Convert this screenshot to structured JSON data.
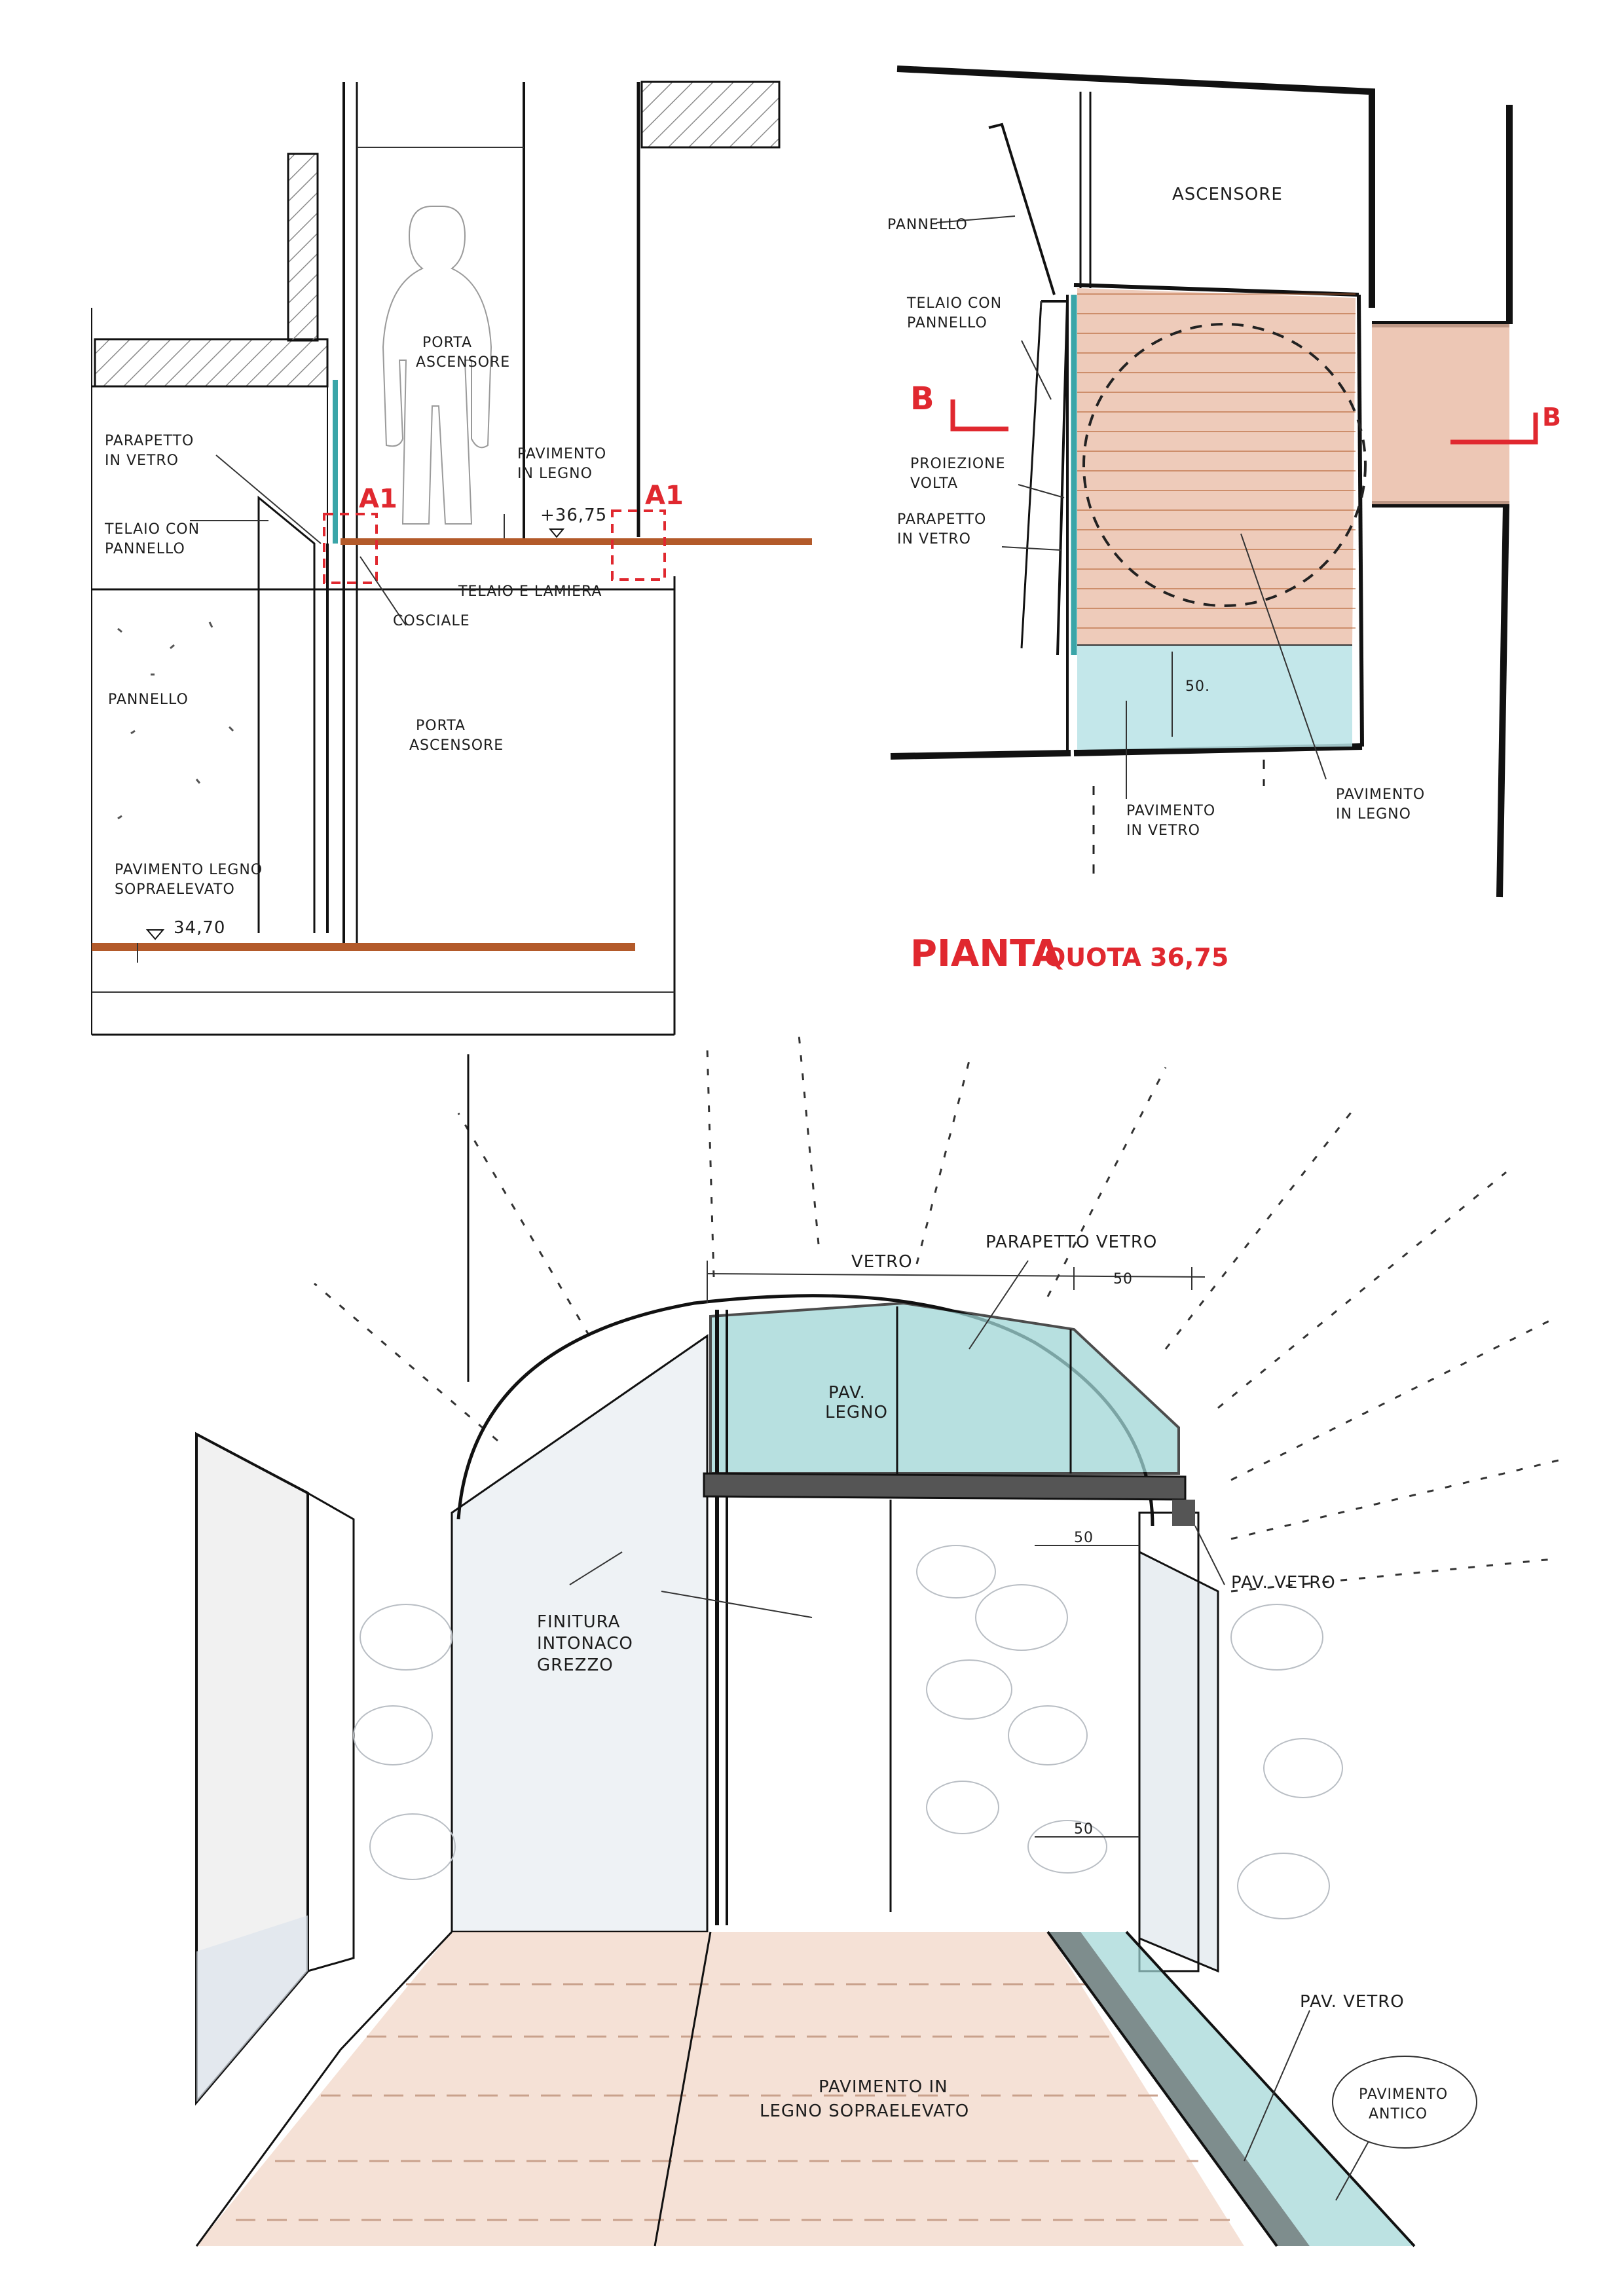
{
  "section": {
    "labels": {
      "porta_ascensore_top": [
        "PORTA",
        "ASCENSORE"
      ],
      "pavimento_in_legno": [
        "PAVIMENTO",
        "IN LEGNO"
      ],
      "parapetto_in_vetro": [
        "PARAPETTO",
        "IN VETRO"
      ],
      "telaio_con_pannello": [
        "TELAIO CON",
        "PANNELLO"
      ],
      "level_upper": "+36,75",
      "telaio_lamiera": "TELAIO E LAMIERA",
      "cosciale": "COSCIALE",
      "pannello": "PANNELLO",
      "porta_ascensore_bottom": [
        "PORTA",
        "ASCENSORE"
      ],
      "pavimento_legno_soprael": [
        "PAVIMENTO LEGNO",
        "SOPRAELEVATO"
      ],
      "level_lower": "34,70",
      "detail_left": "A1",
      "detail_right": "A1"
    }
  },
  "plan": {
    "labels": {
      "ascensore": "ASCENSORE",
      "pannello": "PANNELLO",
      "telaio_con_pannello": [
        "TELAIO CON",
        "PANNELLO"
      ],
      "proiezione_volta": [
        "PROIEZIONE",
        "VOLTA"
      ],
      "parapetto_in_vetro": [
        "PARAPETTO",
        "IN VETRO"
      ],
      "dimension": "50.",
      "pavimento_in_vetro": [
        "PAVIMENTO",
        "IN VETRO"
      ],
      "pavimento_in_legno": [
        "PAVIMENTO",
        "IN LEGNO"
      ],
      "section_left": "B",
      "section_right": "B"
    },
    "title_main": "PIANTA",
    "title_sub": "QUOTA 36,75"
  },
  "perspective": {
    "labels": {
      "vetro": "VETRO",
      "parapetto_vetro": "PARAPETTO VETRO",
      "dim_top": "50",
      "pav_legno": [
        "PAV.",
        "LEGNO"
      ],
      "dim_mid": "50",
      "pav_vetro_upper": "PAV. VETRO",
      "finitura": [
        "FINITURA",
        "INTONACO",
        "GREZZO"
      ],
      "dim_low": "50",
      "pav_vetro_lower": "PAV. VETRO",
      "pavimento_antico": [
        "PAVIMENTO",
        "ANTICO"
      ],
      "pavimento_soprael": [
        "PAVIMENTO IN",
        "LEGNO SOPRAELEVATO"
      ]
    }
  },
  "colors": {
    "ink": "#111111",
    "wood": "#e8b9a3",
    "wood_line": "#b35a2a",
    "glass": "#9fd6d6",
    "glass_dark": "#3aa5a8",
    "annotation_red": "#e0282f",
    "hatch": "#8a8a8a"
  }
}
